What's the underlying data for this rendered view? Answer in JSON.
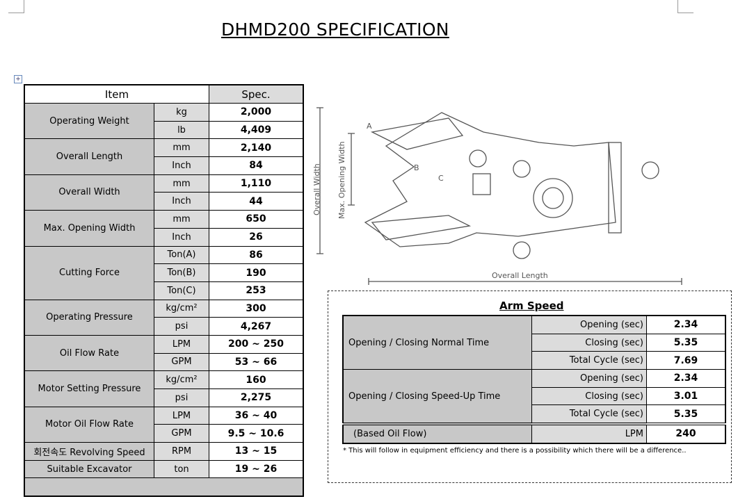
{
  "title": "DHMD200 SPECIFICATION",
  "spec_table": {
    "header": {
      "item": "Item",
      "spec": "Spec."
    },
    "groups": [
      {
        "item": "Operating Weight",
        "rows": [
          {
            "unit": "kg",
            "value": "2,000"
          },
          {
            "unit": "lb",
            "value": "4,409"
          }
        ]
      },
      {
        "item": "Overall  Length",
        "rows": [
          {
            "unit": "mm",
            "value": "2,140"
          },
          {
            "unit": "Inch",
            "value": "84"
          }
        ]
      },
      {
        "item": "Overall Width",
        "rows": [
          {
            "unit": "mm",
            "value": "1,110"
          },
          {
            "unit": "Inch",
            "value": "44"
          }
        ]
      },
      {
        "item": "Max. Opening Width",
        "rows": [
          {
            "unit": "mm",
            "value": "650"
          },
          {
            "unit": "Inch",
            "value": "26"
          }
        ]
      },
      {
        "item": "Cutting Force",
        "rows": [
          {
            "unit": "Ton(A)",
            "value": "86"
          },
          {
            "unit": "Ton(B)",
            "value": "190"
          },
          {
            "unit": "Ton(C)",
            "value": "253"
          }
        ]
      },
      {
        "item": "Operating Pressure",
        "rows": [
          {
            "unit": "kg/cm²",
            "value": "300"
          },
          {
            "unit": "psi",
            "value": "4,267"
          }
        ]
      },
      {
        "item": "Oil Flow Rate",
        "rows": [
          {
            "unit": "LPM",
            "value": "200 ~ 250"
          },
          {
            "unit": "GPM",
            "value": "53 ~ 66"
          }
        ]
      },
      {
        "item": "Motor Setting Pressure",
        "rows": [
          {
            "unit": "kg/cm²",
            "value": "160"
          },
          {
            "unit": "psi",
            "value": "2,275"
          }
        ]
      },
      {
        "item": "Motor Oil Flow Rate",
        "rows": [
          {
            "unit": "LPM",
            "value": "36 ~ 40"
          },
          {
            "unit": "GPM",
            "value": "9.5 ~ 10.6"
          }
        ]
      },
      {
        "item": "회전속도 Revolving Speed",
        "rows": [
          {
            "unit": "RPM",
            "value": "13 ~ 15"
          }
        ]
      },
      {
        "item": "Suitable Excavator",
        "rows": [
          {
            "unit": "ton",
            "value": "19 ~ 26"
          }
        ]
      }
    ]
  },
  "diagram": {
    "labels": {
      "a": "A",
      "b": "B",
      "c": "C",
      "overall_width": "Overall Width",
      "max_opening": "Max. Opening Width",
      "overall_length": "Overall Length"
    }
  },
  "arm_speed": {
    "title": "Arm Speed",
    "groups": [
      {
        "label": "Opening / Closing Normal  Time",
        "rows": [
          {
            "sub": "Opening (sec)",
            "value": "2.34"
          },
          {
            "sub": "Closing (sec)",
            "value": "5.35"
          },
          {
            "sub": "Total Cycle (sec)",
            "value": "7.69"
          }
        ]
      },
      {
        "label": "Opening / Closing Speed-Up Time",
        "rows": [
          {
            "sub": "Opening (sec)",
            "value": "2.34"
          },
          {
            "sub": "Closing (sec)",
            "value": "3.01"
          },
          {
            "sub": "Total Cycle (sec)",
            "value": "5.35"
          }
        ]
      }
    ],
    "based": {
      "label": "(Based Oil Flow)",
      "sub": "LPM",
      "value": "240"
    },
    "note": "* This will follow in equipment efficiency and there is a possibility which there will be a difference.."
  }
}
